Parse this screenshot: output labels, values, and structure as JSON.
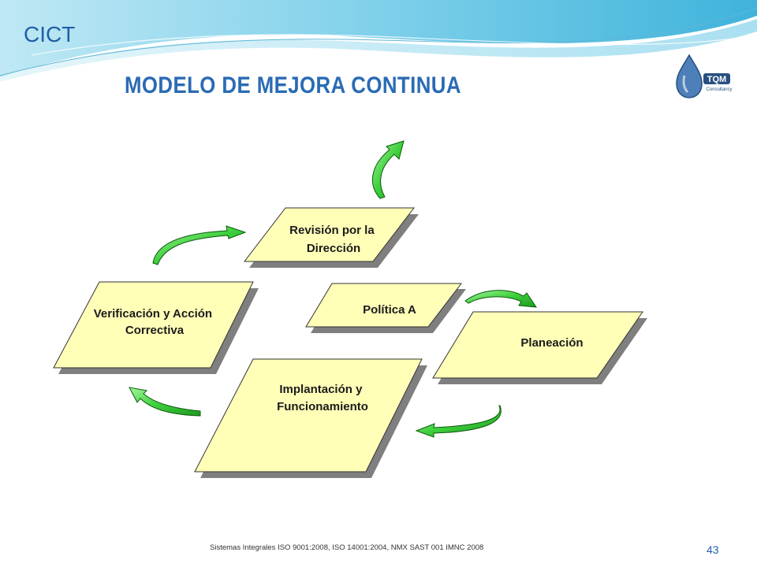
{
  "header": {
    "brand": "CICT",
    "title": "MODELO DE MEJORA CONTINUA"
  },
  "logo": {
    "text": "TQM",
    "subtext": "Consultancy",
    "icon": "water-drop-icon"
  },
  "diagram": {
    "boxes": {
      "revision": [
        "Revisión por la",
        "Dirección"
      ],
      "politica": [
        "Política A"
      ],
      "planeacion": [
        "Planeación"
      ],
      "implantacion": [
        "Implantación y",
        "Funcionamiento"
      ],
      "verificacion": [
        "Verificación y Acción",
        "Correctiva"
      ]
    },
    "colors": {
      "box_fill": "#ffffb8",
      "box_shadow": "#7f7f7f",
      "arrow_fill": "#3ccf3c",
      "arrow_stroke": "#0b5a0b",
      "title": "#2a6bb5"
    }
  },
  "footer": {
    "text": "Sistemas Integrales ISO 9001:2008, ISO 14001:2004, NMX SAST 001 IMNC 2008",
    "page_number": "43"
  }
}
